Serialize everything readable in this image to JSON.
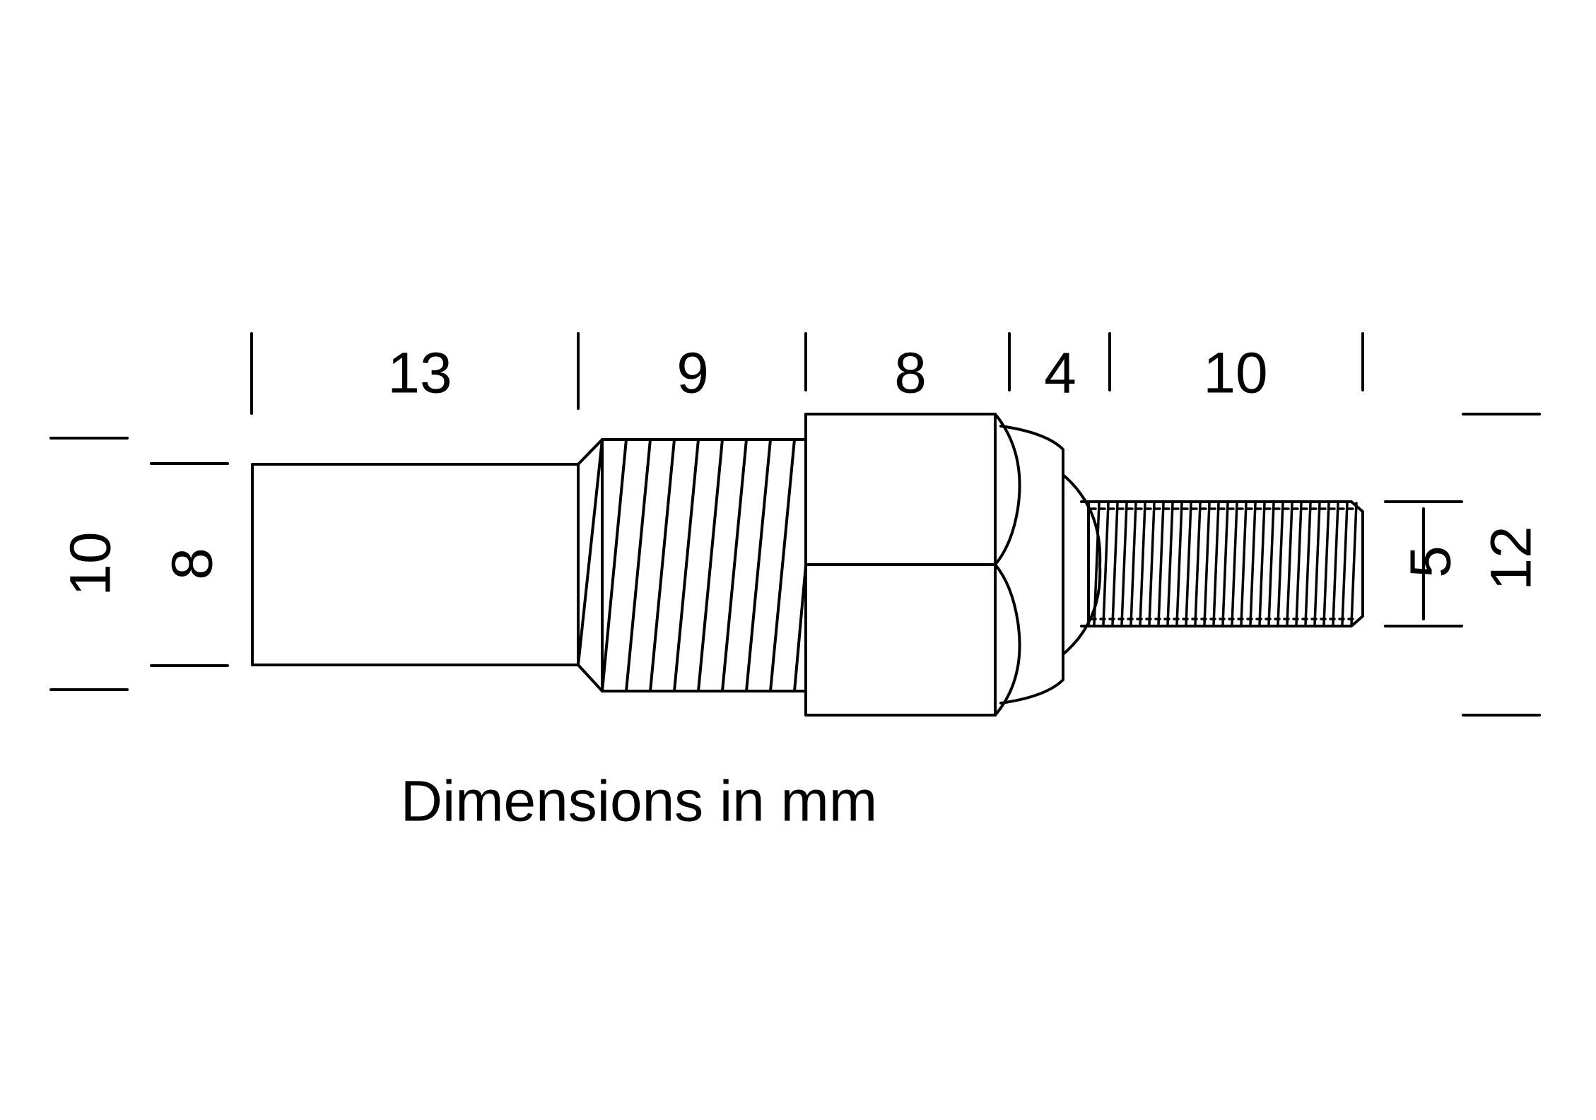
{
  "dimensions": {
    "lengths": [
      "13",
      "9",
      "8",
      "4",
      "10"
    ],
    "left_outer_height": "10",
    "left_inner_height": "8",
    "right_inner_height": "5",
    "right_outer_height": "12"
  },
  "caption": "Dimensions in mm"
}
